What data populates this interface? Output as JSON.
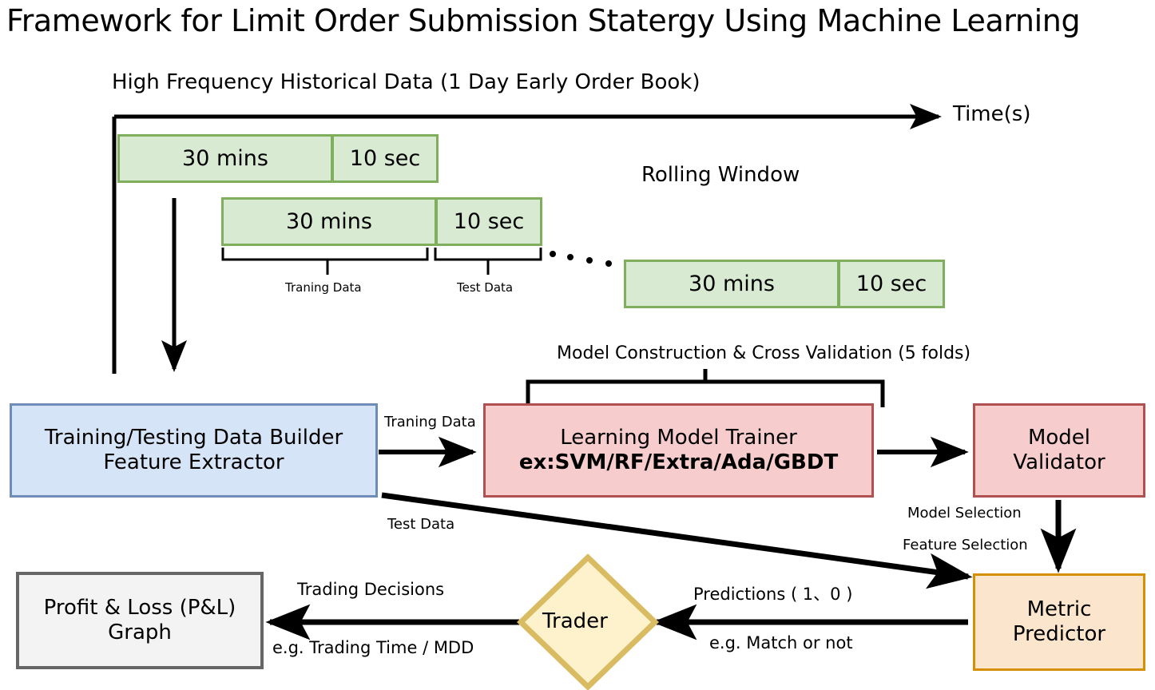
{
  "diagram": {
    "title": "Framework for Limit Order Submission Statergy Using Machine Learning",
    "type": "flowchart",
    "header": "High Frequency Historical Data (1 Day Early Order Book)",
    "timeline_axis_label": "Time(s)",
    "rolling_window_label": "Rolling Window",
    "rolling_windows": [
      {
        "train_label": "30 mins",
        "test_label": "10 sec"
      },
      {
        "train_label": "30 mins",
        "test_label": "10 sec"
      },
      {
        "train_label": "30 mins",
        "test_label": "10 sec"
      }
    ],
    "window_brackets": {
      "training": "Traning Data",
      "test": "Test Data"
    },
    "ellipsis": "· · · ·",
    "cross_validation_label": "Model Construction & Cross Validation (5 folds)",
    "nodes": {
      "data_builder": {
        "line1": "Training/Testing Data Builder",
        "line2": "Feature Extractor",
        "fill": "#d6e4f7",
        "stroke": "#6d8cb8"
      },
      "model_trainer": {
        "line1": "Learning Model Trainer",
        "line2": "ex:SVM/RF/Extra/Ada/GBDT",
        "fill": "#f6cccc",
        "stroke": "#b05050"
      },
      "model_validator": {
        "line1": "Model",
        "line2": "Validator",
        "fill": "#f6cccc",
        "stroke": "#b05050"
      },
      "metric_predictor": {
        "line1": "Metric",
        "line2": "Predictor",
        "fill": "#fce5cd",
        "stroke": "#d49000"
      },
      "trader": {
        "label": "Trader",
        "fill": "#fdf2cc",
        "stroke": "#d9bc62"
      },
      "pnl_graph": {
        "line1": "Profit & Loss (P&L)",
        "line2": "Graph",
        "fill": "#f3f3f3",
        "stroke": "#666666"
      }
    },
    "edges": {
      "builder_to_trainer": "Traning Data",
      "builder_to_predictor": "Test Data",
      "validator_to_predictor_line1": "Model Selection",
      "validator_to_predictor_line2": "Feature Selection",
      "predictor_to_trader_top": "Predictions ( 1、0 )",
      "predictor_to_trader_bottom": "e.g. Match or not",
      "trader_to_pnl_top": "Trading Decisions",
      "trader_to_pnl_bottom": "e.g. Trading Time / MDD"
    }
  }
}
